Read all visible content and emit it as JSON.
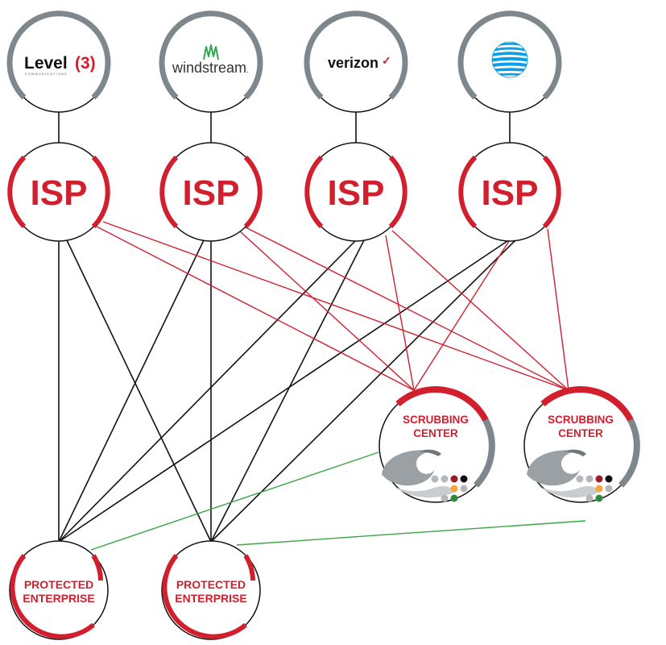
{
  "carriers": [
    {
      "id": "level3",
      "main": "Level",
      "num": "(3)",
      "sub": "COMMUNICATIONS",
      "icon": "level3-logo-icon"
    },
    {
      "id": "windstream",
      "main": "windstream",
      "suffix": ".",
      "icon": "windstream-logo-icon"
    },
    {
      "id": "verizon",
      "main": "verizon",
      "check": "✓",
      "icon": "verizon-logo-icon"
    },
    {
      "id": "att",
      "icon": "att-globe-logo-icon"
    }
  ],
  "isps": [
    {
      "label": "ISP"
    },
    {
      "label": "ISP"
    },
    {
      "label": "ISP"
    },
    {
      "label": "ISP"
    }
  ],
  "scrubbing_centers": [
    {
      "line1": "SCRUBBING",
      "line2": "CENTER",
      "icon": "wave-icon"
    },
    {
      "line1": "SCRUBBING",
      "line2": "CENTER",
      "icon": "wave-icon"
    }
  ],
  "enterprises": [
    {
      "line1": "PROTECTED",
      "line2": "ENTERPRISE"
    },
    {
      "line1": "PROTECTED",
      "line2": "ENTERPRISE"
    }
  ],
  "colors": {
    "red": "#d11f2e",
    "gray": "#7e878c",
    "black": "#111111",
    "green": "#3aa544",
    "att_blue": "#0aa0e6",
    "dot_gray": "#b4b8ba",
    "dot_maroon": "#9b1c2c",
    "dot_orange": "#f4a63a",
    "dot_green": "#2e8b3e"
  },
  "links": [
    {
      "from": "carrier-0",
      "to": "isp-0",
      "color": "black"
    },
    {
      "from": "carrier-1",
      "to": "isp-1",
      "color": "black"
    },
    {
      "from": "carrier-2",
      "to": "isp-2",
      "color": "black"
    },
    {
      "from": "carrier-3",
      "to": "isp-3",
      "color": "black"
    },
    {
      "from": "isp-0",
      "to": "ent-0",
      "color": "black"
    },
    {
      "from": "isp-0",
      "to": "ent-1",
      "color": "black"
    },
    {
      "from": "isp-1",
      "to": "ent-0",
      "color": "black"
    },
    {
      "from": "isp-1",
      "to": "ent-1",
      "color": "black"
    },
    {
      "from": "isp-2",
      "to": "ent-0",
      "color": "black"
    },
    {
      "from": "isp-2",
      "to": "ent-1",
      "color": "black"
    },
    {
      "from": "isp-3",
      "to": "ent-0",
      "color": "black"
    },
    {
      "from": "isp-3",
      "to": "ent-1",
      "color": "black"
    },
    {
      "from": "isp-0",
      "to": "scrub-0",
      "color": "red"
    },
    {
      "from": "isp-0",
      "to": "scrub-1",
      "color": "red"
    },
    {
      "from": "isp-1",
      "to": "scrub-0",
      "color": "red"
    },
    {
      "from": "isp-1",
      "to": "scrub-1",
      "color": "red"
    },
    {
      "from": "isp-2",
      "to": "scrub-0",
      "color": "red"
    },
    {
      "from": "isp-2",
      "to": "scrub-1",
      "color": "red"
    },
    {
      "from": "isp-3",
      "to": "scrub-0",
      "color": "red"
    },
    {
      "from": "isp-3",
      "to": "scrub-1",
      "color": "red"
    },
    {
      "from": "scrub-0",
      "to": "ent-0",
      "color": "green"
    },
    {
      "from": "scrub-1",
      "to": "ent-1",
      "color": "green"
    }
  ]
}
